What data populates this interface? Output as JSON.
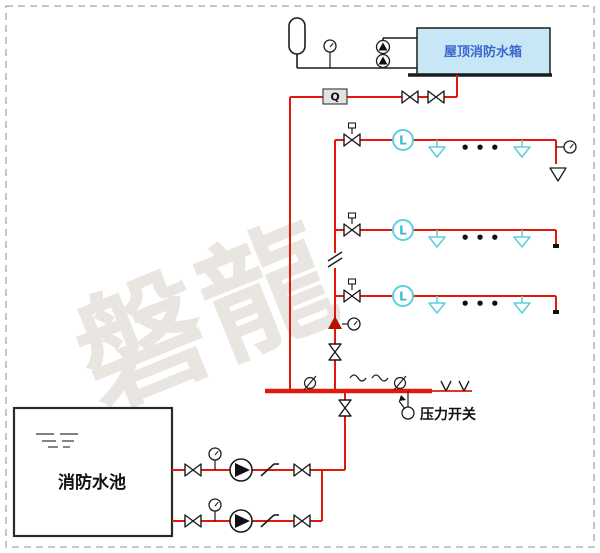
{
  "labels": {
    "roof_tank": "屋顶消防水箱",
    "fire_pool": "消防水池",
    "pressure_switch": "压力开关",
    "flow_meter": "Q",
    "flow_indicator": "L",
    "sprinkler_dots": "• • •"
  },
  "watermark": {
    "text": "磐龍"
  },
  "colors": {
    "pipe_red": "#e0190a",
    "pipe_black": "#1c1c1c",
    "sprinkler_cyan": "#5ecfdf",
    "flow_indicator_text": "#36b8cf",
    "tank_fill": "#c8e7f6",
    "tank_text": "#3b66cc",
    "watermark_gray": "#e9e6e1",
    "page_border": "#b5b5b5",
    "background": "#ffffff"
  }
}
